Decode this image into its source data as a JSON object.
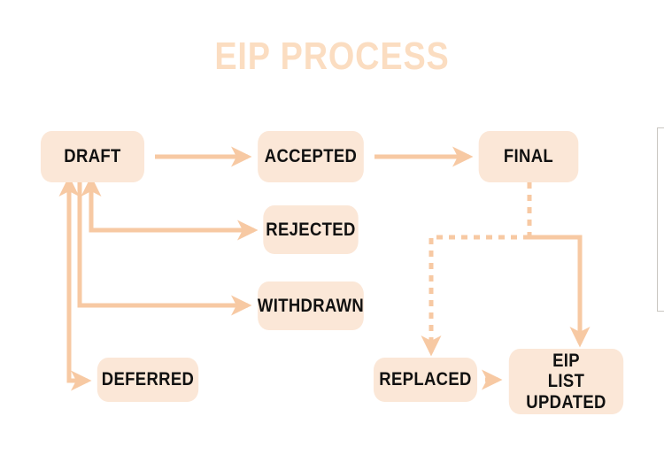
{
  "diagram": {
    "title": "EIP PROCESS",
    "title_color": "#FBDDC1",
    "background_color": "#FFFFFF",
    "node_fill_color": "#FBE7D7",
    "node_text_color": "#111111",
    "connector_color": "#F7C9A3",
    "type": "flowchart",
    "nodes": [
      {
        "id": "draft",
        "label": "DRAFT"
      },
      {
        "id": "accepted",
        "label": "ACCEPTED"
      },
      {
        "id": "final",
        "label": "FINAL"
      },
      {
        "id": "rejected",
        "label": "REJECTED"
      },
      {
        "id": "withdrawn",
        "label": "WITHDRAWN"
      },
      {
        "id": "deferred",
        "label": "DEFERRED"
      },
      {
        "id": "replaced",
        "label": "REPLACED"
      },
      {
        "id": "list_updated",
        "label": "EIP\nLIST UPDATED"
      }
    ],
    "edges": [
      {
        "from": "draft",
        "to": "accepted",
        "style": "solid"
      },
      {
        "from": "accepted",
        "to": "final",
        "style": "solid"
      },
      {
        "from": "draft",
        "to": "rejected",
        "style": "solid"
      },
      {
        "from": "draft",
        "to": "withdrawn",
        "style": "solid"
      },
      {
        "from": "draft",
        "to": "deferred",
        "style": "solid"
      },
      {
        "from": "final",
        "to": "replaced",
        "style": "dashed"
      },
      {
        "from": "final",
        "to": "list_updated",
        "style": "solid"
      },
      {
        "from": "replaced",
        "to": "list_updated",
        "style": "solid"
      }
    ]
  }
}
